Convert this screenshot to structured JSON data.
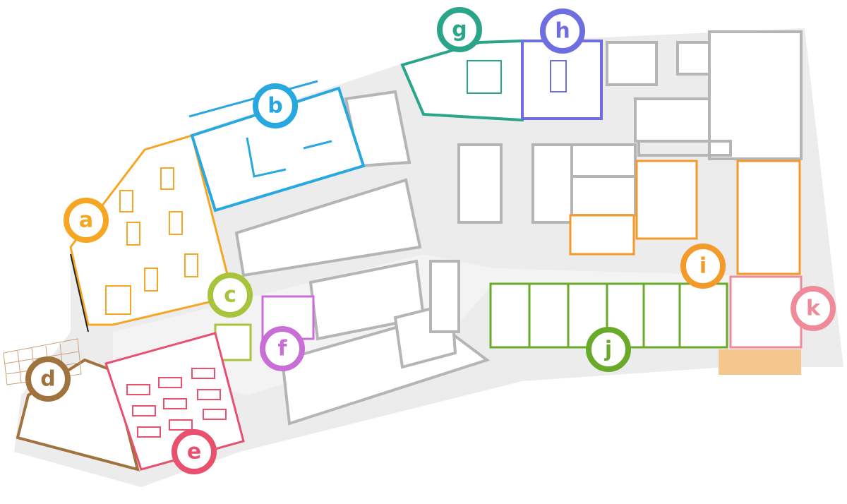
{
  "zones": [
    {
      "letter": "a",
      "color": "#f5a623"
    },
    {
      "letter": "b",
      "color": "#29a8e0"
    },
    {
      "letter": "c",
      "color": "#a8c43c"
    },
    {
      "letter": "d",
      "color": "#a0723e"
    },
    {
      "letter": "e",
      "color": "#e8506e"
    },
    {
      "letter": "f",
      "color": "#c86fd6"
    },
    {
      "letter": "g",
      "color": "#2aa58a"
    },
    {
      "letter": "h",
      "color": "#6e6ee0"
    },
    {
      "letter": "i",
      "color": "#f39a2b"
    },
    {
      "letter": "j",
      "color": "#6aaa2a"
    },
    {
      "letter": "k",
      "color": "#ee8a9a"
    }
  ]
}
